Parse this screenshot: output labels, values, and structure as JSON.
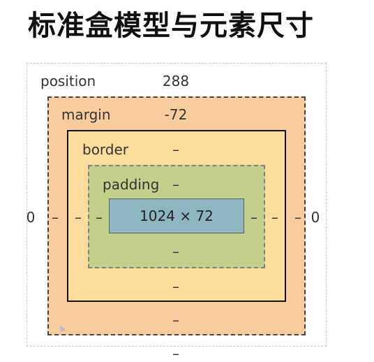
{
  "title": "标准盒模型与元素尺寸",
  "position": {
    "label": "position",
    "top": "288",
    "left": "0",
    "right": "0",
    "bottom": "–"
  },
  "margin": {
    "label": "margin",
    "top": "-72",
    "left": "–",
    "right": "–",
    "bottom": "–"
  },
  "border": {
    "label": "border",
    "top": "–",
    "left": "–",
    "right": "–",
    "bottom": "–"
  },
  "padding": {
    "label": "padding",
    "top": "–",
    "left": "–",
    "right": "–",
    "bottom": "–"
  },
  "content": {
    "size": "1024 × 72"
  },
  "colors": {
    "margin": "#f9cc9d",
    "border": "#fddd9b",
    "padding": "#c3d08b",
    "content": "#8cb6c0"
  }
}
